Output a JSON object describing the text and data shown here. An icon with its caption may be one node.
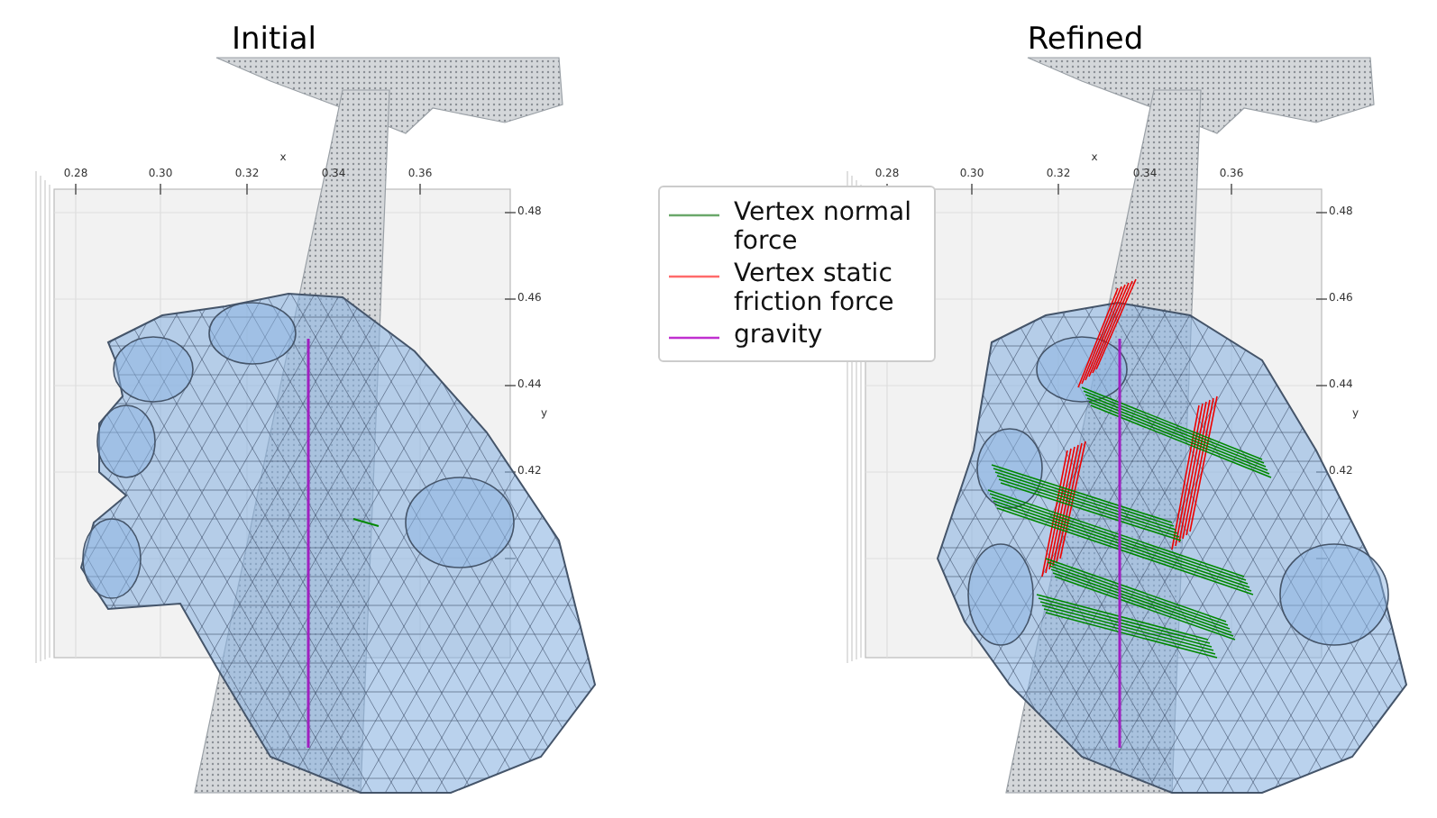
{
  "diagram": {
    "labels": [
      "Initial",
      "x",
      "0.28",
      "0.30",
      "0.32",
      "0.34",
      "0.36",
      "0.48",
      "0.46",
      "0.44",
      "0.42",
      "y",
      "Refined",
      "x",
      "0.28",
      "0.30",
      "0.32",
      "0.34",
      "0.36",
      "0.48",
      "0.46",
      "0.44",
      "0.42",
      "y"
    ],
    "legend": [
      {
        "text": "Vertex normal force"
      },
      {
        "text": "Vertex static friction force"
      },
      {
        "text": "gravity"
      }
    ]
  }
}
